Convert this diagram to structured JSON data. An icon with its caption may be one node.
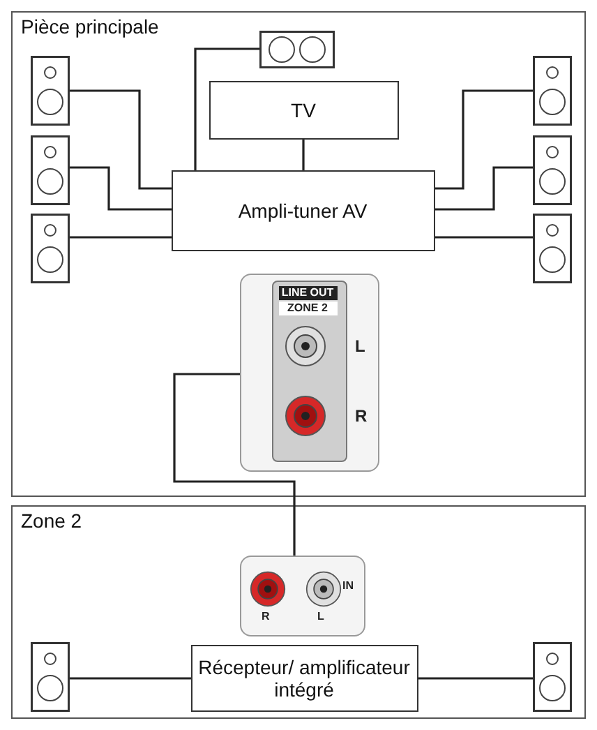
{
  "diagram": {
    "nodes": [
      {
        "text": [
          "Pièce principale"
        ]
      },
      {
        "text": [],
        "shape": "box",
        "in": 0
      },
      {
        "text": [
          "TV"
        ],
        "in": 0
      },
      {
        "text": [
          "Ampli-tuner AV"
        ],
        "in": 0
      },
      {
        "text": [],
        "shape": "box",
        "in": 0
      },
      {
        "text": [],
        "shape": "box",
        "in": 0
      },
      {
        "text": [],
        "shape": "box",
        "in": 0
      },
      {
        "text": [],
        "shape": "box",
        "in": 0
      },
      {
        "text": [],
        "shape": "box",
        "in": 0
      },
      {
        "text": [],
        "shape": "box",
        "in": 0
      },
      {
        "text": [
          "LINE OUT",
          "ZONE 2",
          "L",
          "R"
        ],
        "in": 0
      },
      {
        "text": [
          "Zone 2"
        ]
      },
      {
        "text": [
          "R",
          "L",
          "IN"
        ],
        "in": 11
      },
      {
        "text": [
          "Récepteur/ amplificateur intégré"
        ],
        "in": 11
      },
      {
        "text": [],
        "shape": "box",
        "in": 11
      },
      {
        "text": [],
        "shape": "box",
        "in": 11
      }
    ],
    "edges": [
      {
        "from": 1,
        "to": 3,
        "arrow": "none"
      },
      {
        "from": 2,
        "to": 3,
        "arrow": "none"
      },
      {
        "from": 4,
        "to": 3,
        "arrow": "none"
      },
      {
        "from": 5,
        "to": 3,
        "arrow": "none"
      },
      {
        "from": 6,
        "to": 3,
        "arrow": "none"
      },
      {
        "from": 7,
        "to": 3,
        "arrow": "none"
      },
      {
        "from": 8,
        "to": 3,
        "arrow": "none"
      },
      {
        "from": 9,
        "to": 3,
        "arrow": "none"
      },
      {
        "from": 10,
        "to": 12,
        "arrow": "none"
      },
      {
        "from": 13,
        "to": 14,
        "arrow": "none"
      },
      {
        "from": 13,
        "to": 15,
        "arrow": "none"
      }
    ]
  }
}
